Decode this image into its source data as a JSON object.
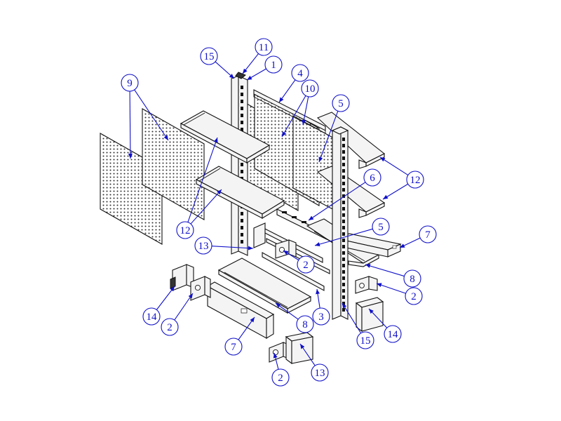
{
  "colors": {
    "callout": "#1010c8",
    "line": "#111111",
    "background": "#ffffff"
  },
  "callouts": {
    "c15a": "15",
    "c11": "11",
    "c1": "1",
    "c4": "4",
    "c10": "10",
    "c9": "9",
    "c5a": "5",
    "c12a": "12",
    "c12b": "12",
    "c6": "6",
    "c5b": "5",
    "c7a": "7",
    "c13a": "13",
    "c2a": "2",
    "c8a": "8",
    "c2b": "2",
    "c3": "3",
    "c14a": "14",
    "c2c": "2",
    "c8b": "8",
    "c7b": "7",
    "c15b": "15",
    "c14b": "14",
    "c13b": "13",
    "c2d": "2"
  }
}
